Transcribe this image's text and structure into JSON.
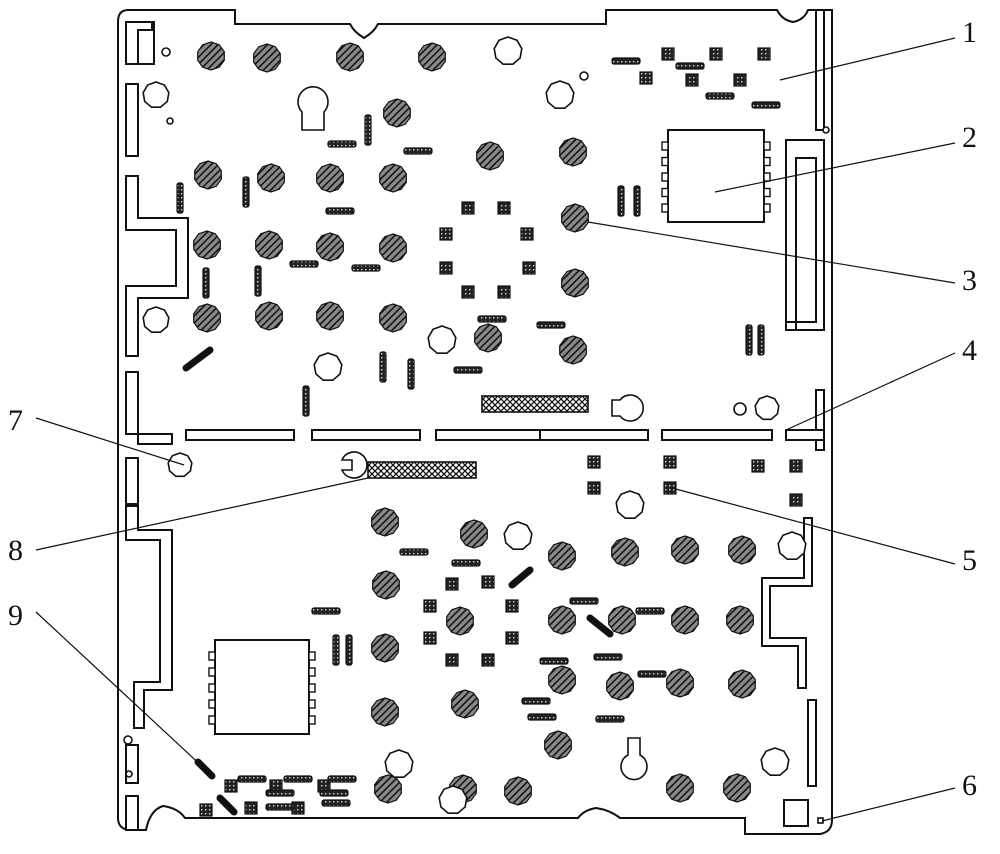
{
  "figure": {
    "type": "circuit board layout drawing",
    "colors": {
      "line": "#111111",
      "background": "#ffffff"
    },
    "callouts": [
      {
        "label": "1",
        "part": "circuit board region"
      },
      {
        "label": "2",
        "part": "integrated chip (upper)"
      },
      {
        "label": "3",
        "part": "solder pad"
      },
      {
        "label": "4",
        "part": "separation slot line"
      },
      {
        "label": "5",
        "part": "SMD component"
      },
      {
        "label": "6",
        "part": "corner marker"
      },
      {
        "label": "7",
        "part": "mounting hole"
      },
      {
        "label": "8",
        "part": "connector strip"
      },
      {
        "label": "9",
        "part": "diagonal component"
      }
    ]
  }
}
